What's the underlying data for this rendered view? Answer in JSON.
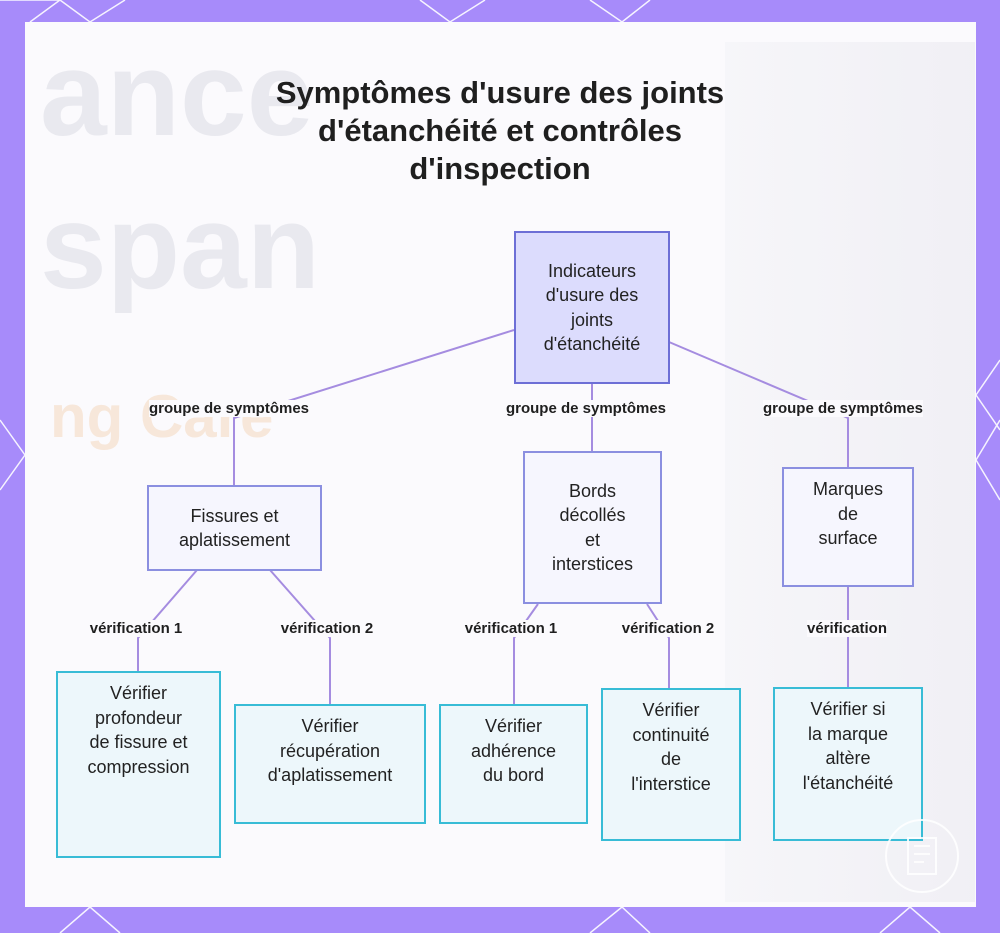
{
  "title": "Symptômes d'usure des joints\nd'étanchéité et contrôles\nd'inspection",
  "root": "Indicateurs\nd'usure des\njoints\nd'étanchéité",
  "groups": [
    {
      "label": "Fissures et\naplatissement",
      "edge": "groupe de symptômes"
    },
    {
      "label": "Bords\ndécollés\net\ninterstices",
      "edge": "groupe de symptômes"
    },
    {
      "label": "Marques\nde\nsurface",
      "edge": "groupe de symptômes"
    }
  ],
  "checks": [
    {
      "label": "Vérifier\nprofondeur\nde fissure et\ncompression",
      "edge": "vérification 1"
    },
    {
      "label": "Vérifier\nrécupération\nd'aplatissement",
      "edge": "vérification 2"
    },
    {
      "label": "Vérifier\nadhérence\ndu bord",
      "edge": "vérification 1"
    },
    {
      "label": "Vérifier\ncontinuité\nde\nl'interstice",
      "edge": "vérification 2"
    },
    {
      "label": "Vérifier si\nla marque\naltère\nl'étanchéité",
      "edge": "vérification"
    }
  ],
  "colors": {
    "background": "#a78bfa",
    "root_fill": "#dcdcfd",
    "root_border": "#6d6fd6",
    "group_border": "#8b8fe0",
    "check_border": "#38bcd6",
    "edge_line": "#a58ce0"
  },
  "icons": [
    "book-logo-icon"
  ]
}
